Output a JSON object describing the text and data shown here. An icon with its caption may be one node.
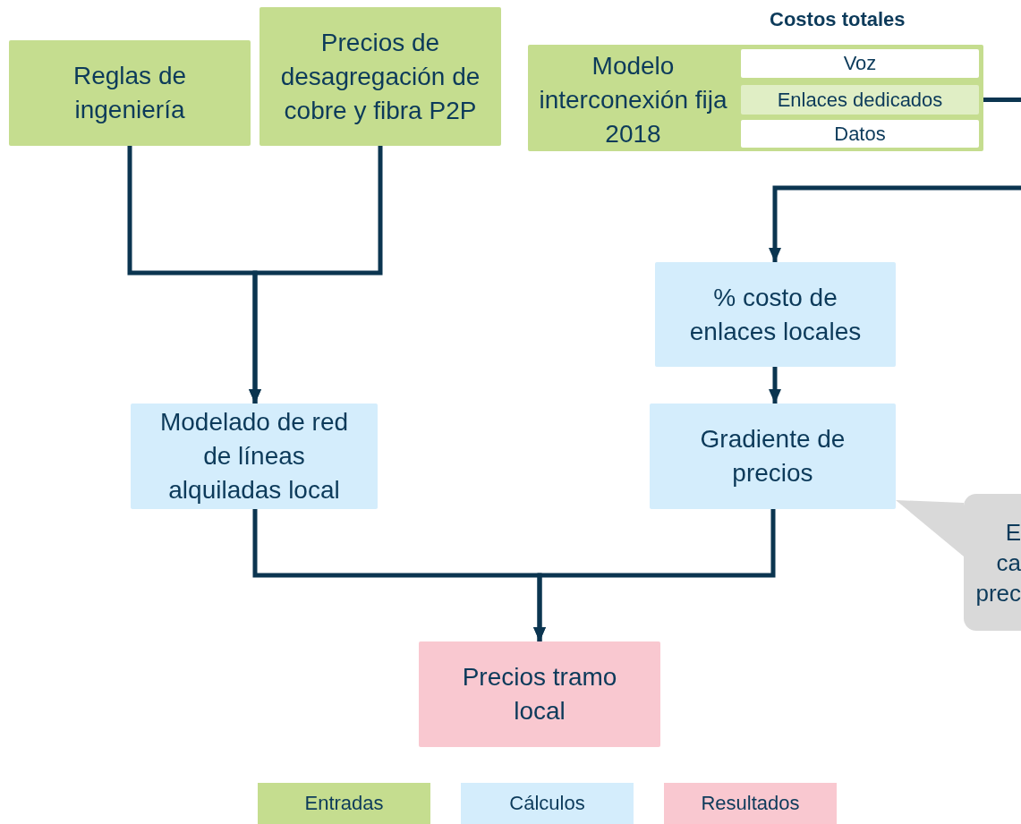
{
  "diagram": {
    "nodes": [
      {
        "text": [
          "Reglas de ingeniería"
        ]
      },
      {
        "text": [
          "Precios de desagregación de cobre y fibra P2P"
        ]
      },
      {
        "text": [
          "Costos totales",
          "Modelo interconexión fija 2018"
        ]
      },
      {
        "text": [
          "Voz"
        ],
        "in": 2
      },
      {
        "text": [
          "Enlaces dedicados"
        ],
        "in": 2
      },
      {
        "text": [
          "Datos"
        ],
        "in": 2
      },
      {
        "text": [
          "% costo de enlaces locales"
        ]
      },
      {
        "text": [
          "Modelado de red de líneas alquiladas local"
        ]
      },
      {
        "text": [
          "Gradiente de precios"
        ]
      },
      {
        "text": [
          "Precios tramo local"
        ]
      },
      {
        "text": [
          "E ca prec"
        ]
      }
    ],
    "edges": [
      {
        "from": 0,
        "to": 7,
        "arrow": "to"
      },
      {
        "from": 1,
        "to": 7,
        "arrow": "to"
      },
      {
        "from": 4,
        "to": 6,
        "arrow": "to"
      },
      {
        "from": 6,
        "to": 8,
        "arrow": "to"
      },
      {
        "from": 7,
        "to": 9,
        "arrow": "to"
      },
      {
        "from": 8,
        "to": 9,
        "arrow": "to"
      },
      {
        "from": 10,
        "to": 8,
        "arrow": "to",
        "color": "#d9d9d9"
      }
    ],
    "legend": [
      {
        "text": "Entradas",
        "color": "#c5dd8f"
      },
      {
        "text": "Cálculos",
        "color": "#d4edfc"
      },
      {
        "text": "Resultados",
        "color": "#f9c8d0"
      }
    ]
  }
}
